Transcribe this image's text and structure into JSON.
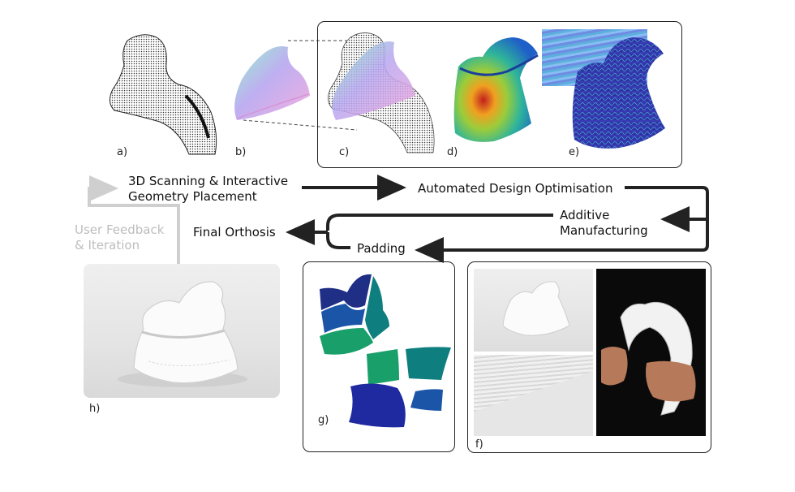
{
  "panels": {
    "a": "a)",
    "b": "b)",
    "c": "c)",
    "d": "d)",
    "e": "e)",
    "f": "f)",
    "g": "g)",
    "h": "h)"
  },
  "workflow": {
    "scanning_line1": "3D Scanning & Interactive",
    "scanning_line2": "Geometry Placement",
    "optimisation": "Automated Design Optimisation",
    "additive_line1": "Additive",
    "additive_line2": "Manufacturing",
    "padding": "Padding",
    "final": "Final Orthosis",
    "feedback_line1": "User Feedback",
    "feedback_line2": "& Iteration"
  },
  "colors": {
    "arrow_dark": "#222222",
    "arrow_light": "#cfcfcf",
    "feedback_text": "#bdbdbd",
    "pad_navy": "#1f2f86",
    "pad_blue": "#1a55a8",
    "pad_teal": "#0f7e7e",
    "pad_green": "#19a06a",
    "pad_deep_blue": "#1f2aa0"
  }
}
